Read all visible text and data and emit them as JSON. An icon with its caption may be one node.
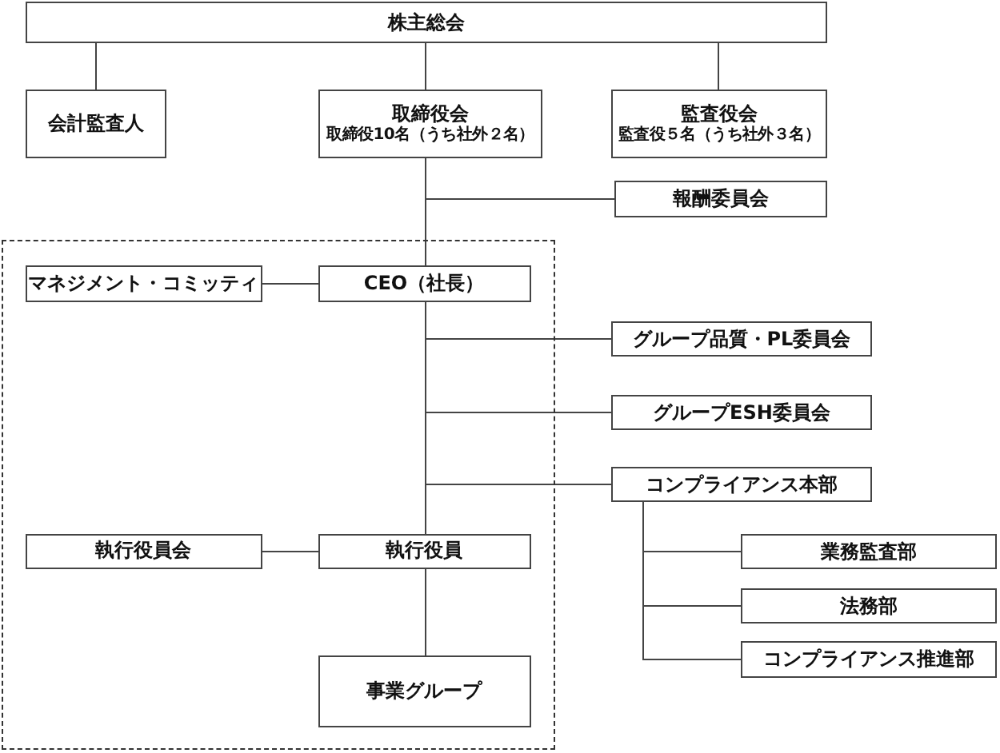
{
  "diagram": {
    "nodes": [
      {
        "text": [
          "株主総会"
        ]
      },
      {
        "text": [
          "会計監査人"
        ]
      },
      {
        "text": [
          "取締役会",
          "取締役10名（うち社外２名）"
        ]
      },
      {
        "text": [
          "監査役会",
          "監査役５名（うち社外３名）"
        ]
      },
      {
        "text": [
          "報酬委員会"
        ]
      },
      {
        "text": [],
        "shape": "box"
      },
      {
        "text": [
          "マネジメント・コミッティ"
        ],
        "in": 5
      },
      {
        "text": [
          "CEO（社長）"
        ],
        "in": 5
      },
      {
        "text": [
          "グループ品質・PL委員会"
        ]
      },
      {
        "text": [
          "グループESH委員会"
        ]
      },
      {
        "text": [
          "コンプライアンス本部"
        ]
      },
      {
        "text": [
          "執行役員会"
        ],
        "in": 5
      },
      {
        "text": [
          "執行役員"
        ],
        "in": 5
      },
      {
        "text": [
          "事業グループ"
        ],
        "in": 5
      },
      {
        "text": [
          "業務監査部"
        ]
      },
      {
        "text": [
          "法務部"
        ]
      },
      {
        "text": [
          "コンプライアンス推進部"
        ]
      }
    ],
    "edges": [
      {
        "from": 0,
        "to": 1,
        "arrow": "none"
      },
      {
        "from": 0,
        "to": 2,
        "arrow": "none"
      },
      {
        "from": 0,
        "to": 3,
        "arrow": "none"
      },
      {
        "from": 2,
        "to": 4,
        "arrow": "none"
      },
      {
        "from": 2,
        "to": 7,
        "arrow": "none"
      },
      {
        "from": 7,
        "to": 6,
        "arrow": "none"
      },
      {
        "from": 7,
        "to": 8,
        "arrow": "none"
      },
      {
        "from": 7,
        "to": 9,
        "arrow": "none"
      },
      {
        "from": 7,
        "to": 10,
        "arrow": "none"
      },
      {
        "from": 7,
        "to": 12,
        "arrow": "none"
      },
      {
        "from": 12,
        "to": 11,
        "arrow": "none"
      },
      {
        "from": 12,
        "to": 13,
        "arrow": "none"
      },
      {
        "from": 10,
        "to": 14,
        "arrow": "none"
      },
      {
        "from": 10,
        "to": 15,
        "arrow": "none"
      },
      {
        "from": 10,
        "to": 16,
        "arrow": "none"
      }
    ]
  }
}
